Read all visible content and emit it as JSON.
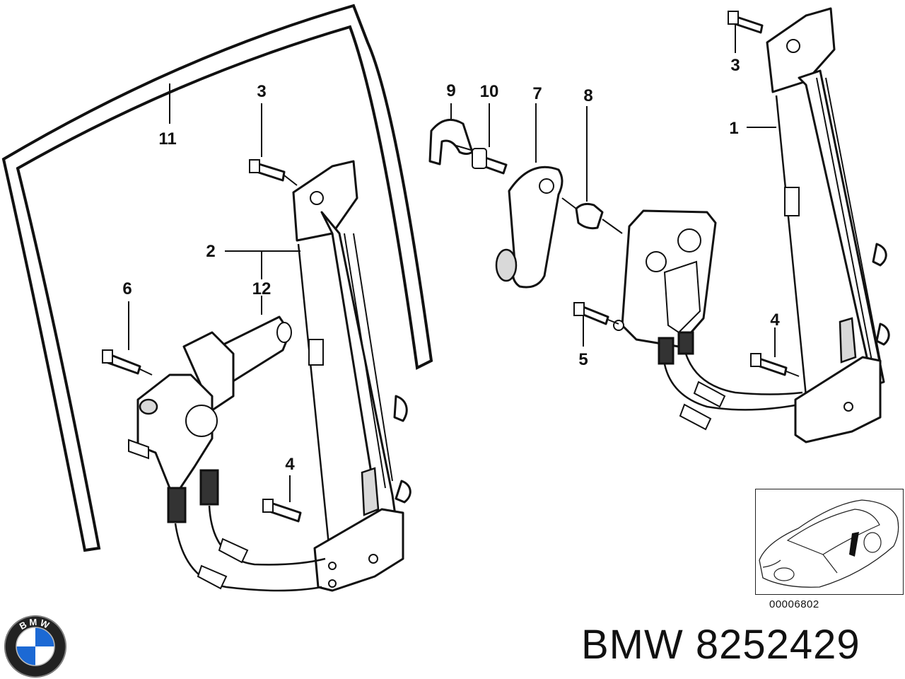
{
  "callouts": {
    "c11": "11",
    "c3a": "3",
    "c2": "2",
    "c12": "12",
    "c6": "6",
    "c4a": "4",
    "c9": "9",
    "c10": "10",
    "c7": "7",
    "c8": "8",
    "c5": "5",
    "c3b": "3",
    "c1": "1",
    "c4b": "4"
  },
  "reference": {
    "code": "00006802"
  },
  "brand": {
    "logo_text": "BMW",
    "make": "BMW",
    "part_number": "8252429"
  },
  "colors": {
    "logo_blue": "#1c69d4",
    "logo_ring": "#111111",
    "line": "#111111"
  },
  "icons": {
    "logo": "bmw-roundel-logo",
    "car": "car-silhouette-icon"
  }
}
